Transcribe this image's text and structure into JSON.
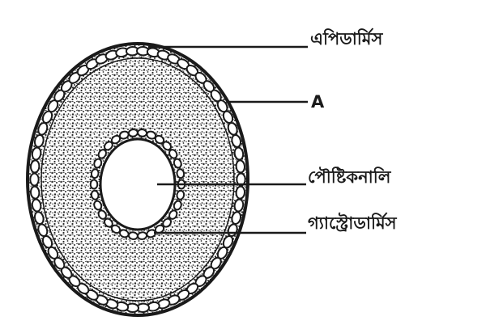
{
  "diagram": {
    "labels": {
      "epidermis": "এপিডার্মিস",
      "a": "A",
      "digestive_tube": "পৌষ্টিকনালি",
      "gastrodermis": "গ্যাস্ট্রোডার্মিস"
    },
    "colors": {
      "ink": "#1a1a1a",
      "paper": "#ffffff",
      "stipple": "#2a2a2a"
    }
  }
}
